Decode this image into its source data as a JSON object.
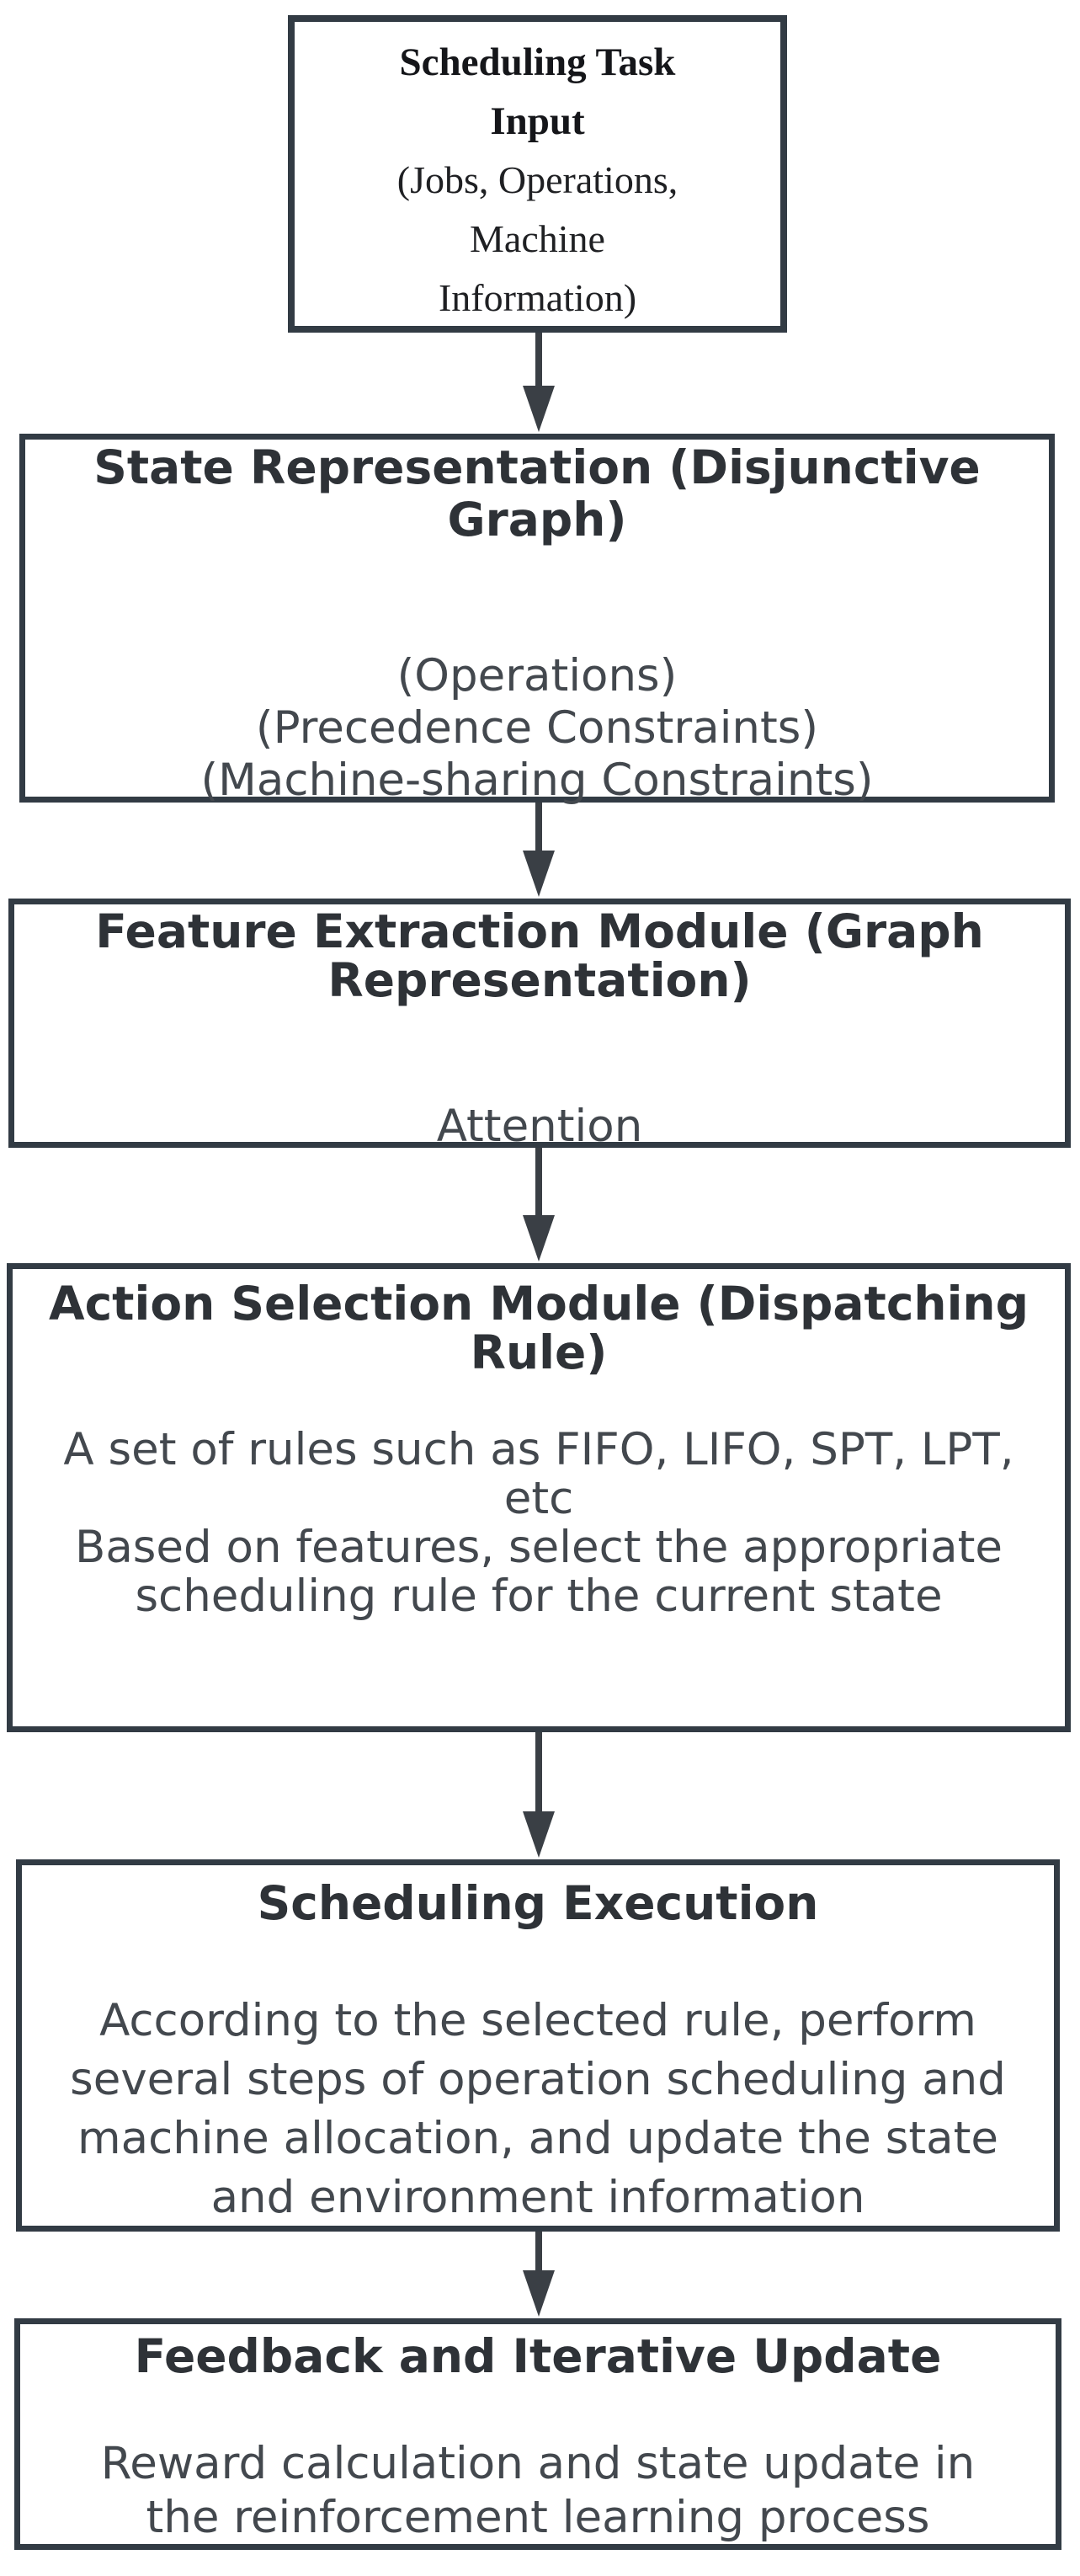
{
  "flowchart": {
    "colors": {
      "background": "#ffffff",
      "box_border": "#323b44",
      "arrow": "#3a3f45",
      "title_text": "#2e3237",
      "body_text": "#43484e",
      "input_box_text": "#1f2023"
    },
    "boxes": [
      {
        "name": "scheduling-task-input",
        "title": [
          "Scheduling Task",
          "Input"
        ],
        "body": [
          "(Jobs, Operations,",
          "Machine",
          "Information)"
        ]
      },
      {
        "name": "state-representation",
        "title": [
          "State Representation (Disjunctive",
          "Graph)"
        ],
        "body": [
          "(Operations)",
          "(Precedence Constraints)",
          "(Machine-sharing Constraints)"
        ]
      },
      {
        "name": "feature-extraction-module",
        "title": [
          "Feature Extraction Module (Graph",
          "Representation)"
        ],
        "body": [
          "Attention"
        ]
      },
      {
        "name": "action-selection-module",
        "title": [
          "Action Selection Module (Dispatching",
          "Rule)"
        ],
        "body": [
          "A set of rules such as FIFO, LIFO, SPT, LPT,",
          "etc",
          "Based on features, select the appropriate",
          "scheduling rule for the current state"
        ]
      },
      {
        "name": "scheduling-execution",
        "title": [
          "Scheduling Execution"
        ],
        "body": [
          "According to the selected rule, perform",
          "several steps of operation scheduling and",
          "machine allocation, and update the state",
          "and environment information"
        ]
      },
      {
        "name": "feedback-iterative-update",
        "title": [
          "Feedback and Iterative Update"
        ],
        "body": [
          "Reward calculation and state update in",
          "the reinforcement learning process"
        ]
      }
    ]
  }
}
